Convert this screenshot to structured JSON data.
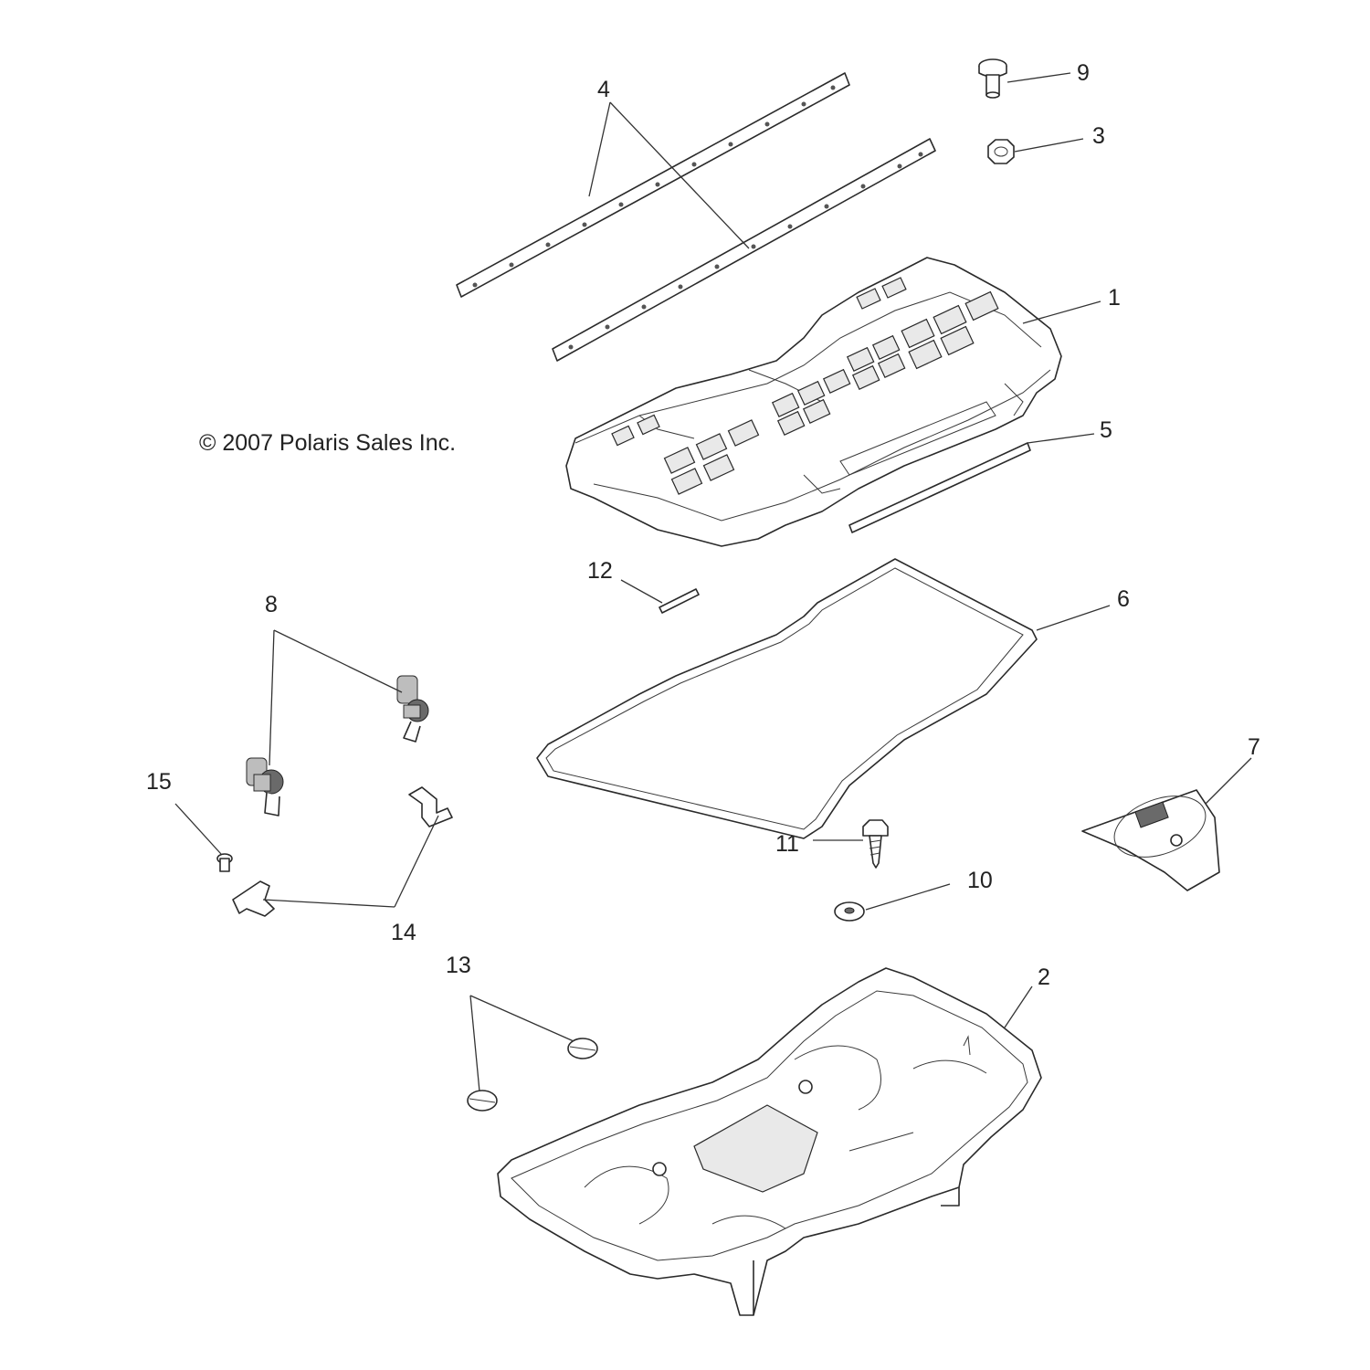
{
  "copyright": "© 2007 Polaris Sales Inc.",
  "callouts": {
    "c1": "1",
    "c2": "2",
    "c3": "3",
    "c4": "4",
    "c5": "5",
    "c6": "6",
    "c7": "7",
    "c8": "8",
    "c9": "9",
    "c10": "10",
    "c11": "11",
    "c12": "12",
    "c13": "13",
    "c14": "14",
    "c15": "15"
  },
  "colors": {
    "line": "#2a2a2a",
    "shade": "#e9e9e9",
    "dark": "#6a6a6a",
    "background": "#ffffff"
  }
}
